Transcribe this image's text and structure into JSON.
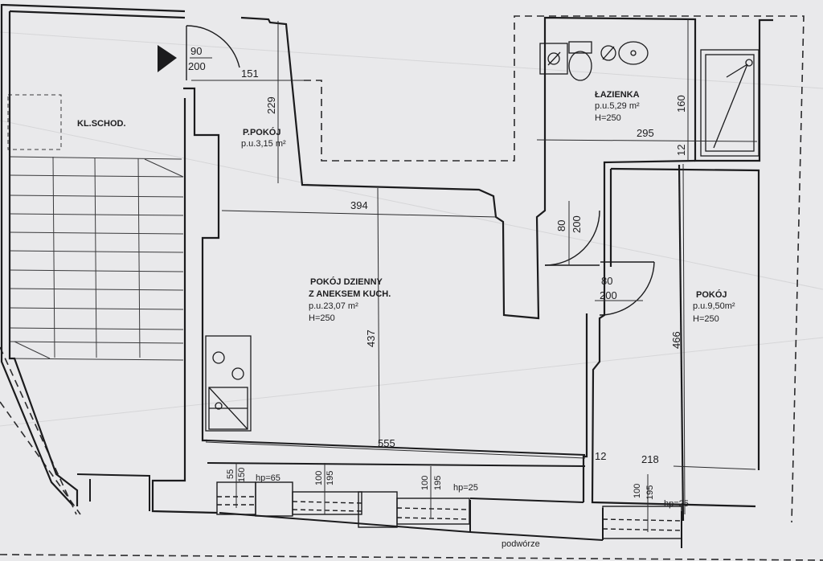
{
  "rooms": {
    "staircase": {
      "name": "KL.SCHOD."
    },
    "hall": {
      "name": "P.POKÓJ",
      "area": "p.u.3,15 m²"
    },
    "bathroom": {
      "name": "ŁAZIENKA",
      "area": "p.u.5,29 m²",
      "height": "H=250"
    },
    "living": {
      "name_line1": "POKÓJ DZIENNY",
      "name_line2": "Z ANEKSEM KUCH.",
      "area": "p.u.23,07 m²",
      "height": "H=250"
    },
    "bedroom": {
      "name": "POKÓJ",
      "area": "p.u.9,50m²",
      "height": "H=250"
    }
  },
  "doors": {
    "entrance": {
      "width": "90",
      "height": "200"
    },
    "bathroom": {
      "width": "80",
      "height": "200"
    },
    "bedroom": {
      "width": "80",
      "height": "200"
    }
  },
  "dimensions": {
    "hall_width": "151",
    "hall_length": "229",
    "living_width_top": "394",
    "living_length": "437",
    "living_width_bottom": "555",
    "bathroom_width": "295",
    "bathroom_length": "160",
    "wall_thickness_bath": "12",
    "wall_thickness_bottom": "12",
    "bedroom_width": "218",
    "bedroom_length": "466"
  },
  "windows": {
    "w1": {
      "sill": "55",
      "height": "150",
      "hp": "hp=65"
    },
    "w2": {
      "sill": "100",
      "height": "195"
    },
    "w3": {
      "sill": "100",
      "height": "195",
      "hp": "hp=25"
    },
    "w4": {
      "sill": "100",
      "height": "195",
      "hp": "hp=25"
    }
  },
  "courtyard": "podwórze"
}
